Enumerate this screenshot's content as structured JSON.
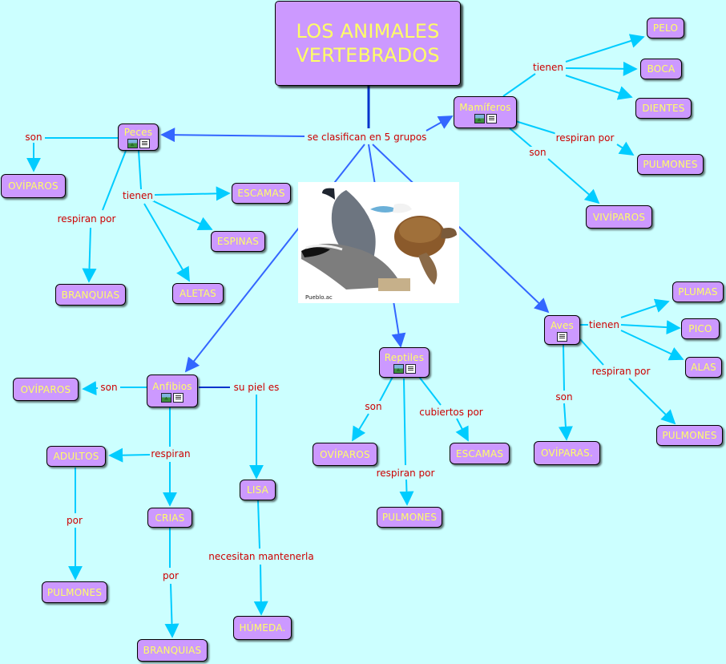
{
  "title": "LOS ANIMALES VERTEBRADOS",
  "photo_caption": "Pueblo.ac",
  "center_link": "se clasifican en 5 grupos",
  "groups": {
    "peces": "Peces",
    "mamiferos": "Mamíferos",
    "anfibios": "Anfibios",
    "reptiles": "Reptiles",
    "aves": "Aves"
  },
  "leaves": {
    "pelo": "PELO",
    "boca": "BOCA",
    "dientes": "DIENTES",
    "pulmones_mam": "PULMONES",
    "viviparos": "VIVÍPAROS",
    "oviparos_peces": "OVÍPAROS",
    "escamas_peces": "ESCAMAS",
    "espinas": "ESPINAS",
    "branquias_peces": "BRANQUIAS",
    "aletas": "ALETAS",
    "plumas": "PLUMAS",
    "pico": "PICO",
    "alas": "ALAS",
    "pulmones_aves": "PULMONES",
    "oviparas": "OVÍPARAS.",
    "oviparos_rep": "OVÍPAROS",
    "escamas_rep": "ESCAMAS",
    "pulmones_rep": "PULMONES",
    "oviparos_anf": "OVÍPAROS",
    "adultos": "ADULTOS",
    "crias": "CRIAS",
    "pulmones_anf": "PULMONES",
    "branquias_anf": "BRANQUIAS",
    "lisa": "LISA",
    "humeda": "HÚMEDA."
  },
  "links": {
    "son": "son",
    "tienen": "tienen",
    "respiran_por": "respiran por",
    "respiran": "respiran",
    "por": "por",
    "cubiertos_por": "cubiertos por",
    "su_piel_es": "su piel es",
    "necesitan_mantenerla": "necesitan mantenerla"
  },
  "colors": {
    "node_fill": "#cc99ff",
    "node_text": "#ffff66",
    "link_text": "#cc0000",
    "arrow_light": "#00ccff",
    "arrow_dark": "#3366ff",
    "background": "#ccffff"
  }
}
